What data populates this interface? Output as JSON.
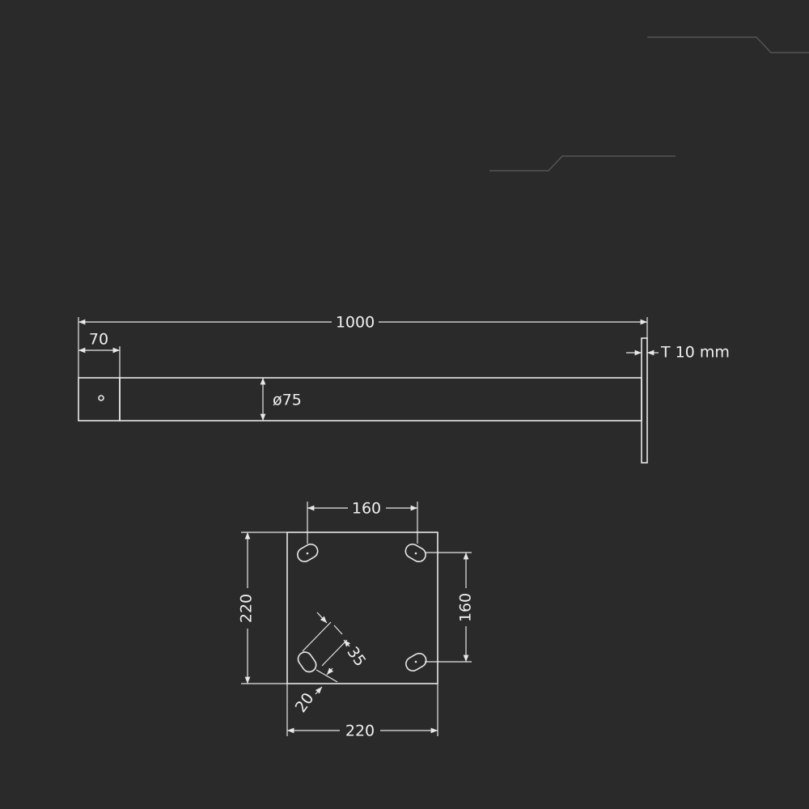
{
  "colors": {
    "background": "#2a2a2a",
    "line": "#e8e8e8",
    "decor": "#555555"
  },
  "side_view": {
    "length_label": "1000",
    "end_cap_label": "70",
    "diameter_label": "ø75",
    "plate_thickness_label": "T 10 mm"
  },
  "base_plate": {
    "hole_spacing_horizontal_label": "160",
    "hole_spacing_vertical_label": "160",
    "plate_height_label": "220",
    "plate_width_label": "220",
    "slot_length_label": "35",
    "slot_width_label": "20"
  }
}
